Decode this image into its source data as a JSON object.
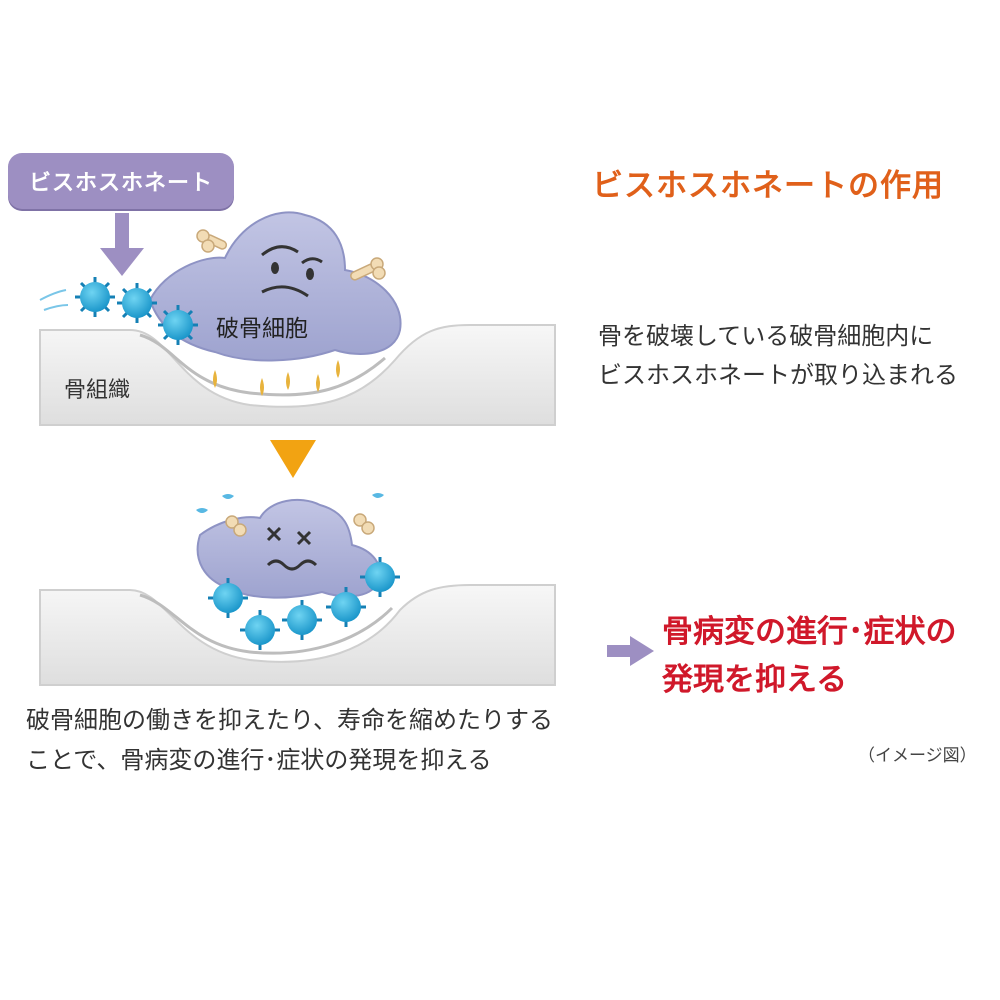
{
  "drug_label": "ビスホスホネート",
  "title": "ビスホスホネートの作用",
  "title_color": "#e0601a",
  "bone_tissue_label": "骨組織",
  "osteoclast_label": "破骨細胞",
  "caption_top": [
    "骨を破壊している破骨細胞内に",
    "ビスホスホネートが取り込まれる"
  ],
  "caption_bottom": [
    "破骨細胞の働きを抑えたり、寿命を縮めたりする",
    "ことで、骨病変の進行･症状の発現を抑える"
  ],
  "result": [
    "骨病変の進行･症状の",
    "発現を抑える"
  ],
  "result_color": "#d0182a",
  "note": "（イメージ図）",
  "icons": [
    "down-arrow-icon",
    "triangle-down-icon",
    "right-arrow-icon"
  ]
}
